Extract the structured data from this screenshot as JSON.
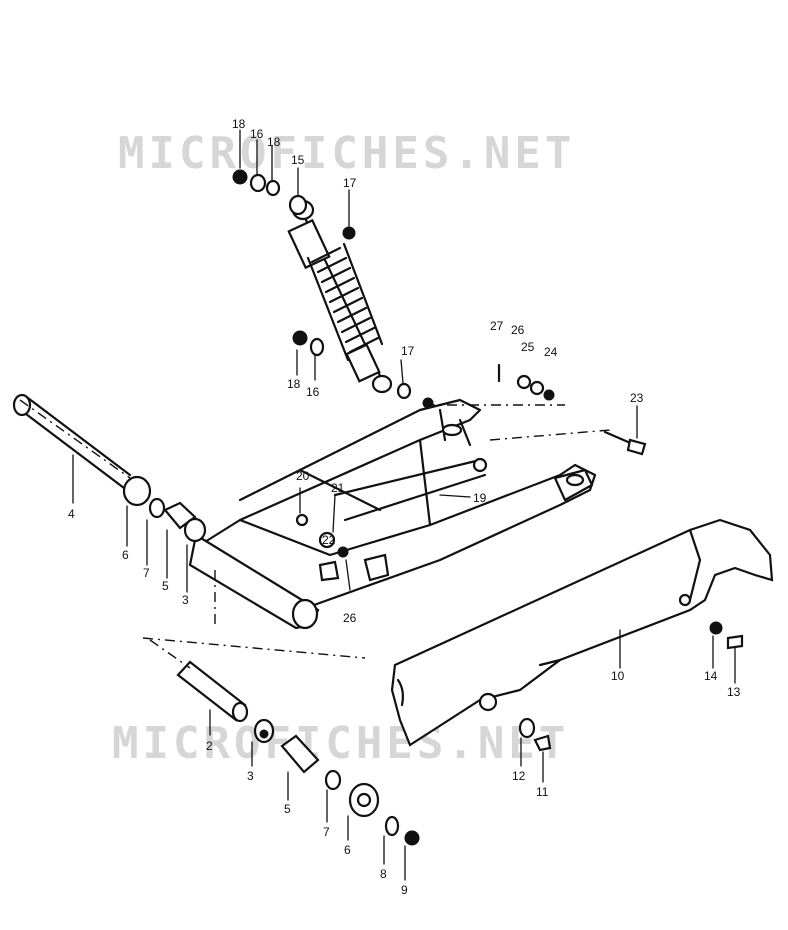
{
  "watermark": {
    "top": "MICROFICHES.NET",
    "bottom": "MICROFICHES.NET"
  },
  "callouts": {
    "c18a": "18",
    "c16a": "16",
    "c18b": "18",
    "c15": "15",
    "c17a": "17",
    "c18c": "18",
    "c16b": "16",
    "c17b": "17",
    "c27": "27",
    "c26a": "26",
    "c25": "25",
    "c24": "24",
    "c23": "23",
    "c4": "4",
    "c6a": "6",
    "c7a": "7",
    "c5a": "5",
    "c3a": "3",
    "c20": "20",
    "c21": "21",
    "c19": "19",
    "c22": "22",
    "c26b": "26",
    "c10": "10",
    "c14": "14",
    "c13": "13",
    "c2": "2",
    "c3b": "3",
    "c5b": "5",
    "c7b": "7",
    "c6b": "6",
    "c8": "8",
    "c9": "9",
    "c12": "12",
    "c11": "11"
  }
}
